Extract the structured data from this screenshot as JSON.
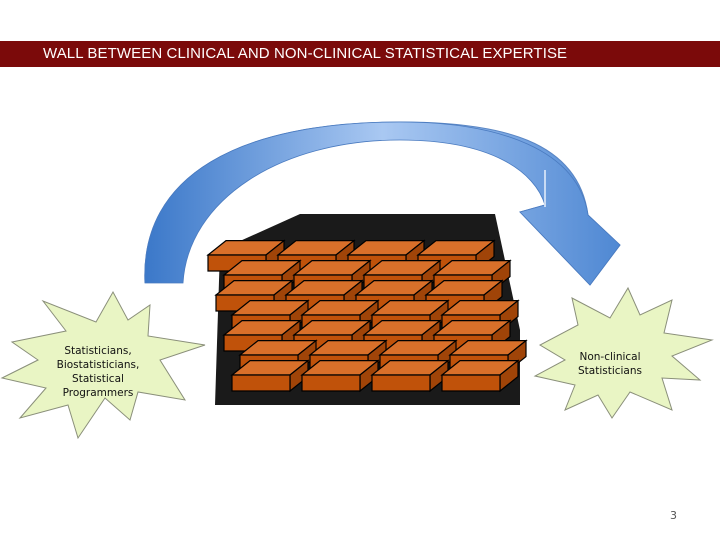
{
  "slide": {
    "title": "WALL BETWEEN CLINICAL AND NON-CLINICAL STATISTICAL EXPERTISE",
    "page_number": "3"
  },
  "left_burst": {
    "lines": [
      "Statisticians,",
      "Biostatisticians,",
      "Statistical",
      "Programmers"
    ]
  },
  "right_burst": {
    "lines": [
      "Non-clinical",
      "Statisticians"
    ]
  },
  "colors": {
    "title_bar": "#7b0a0a",
    "burst_fill": "#e9f5c4",
    "burst_stroke": "#8a8f7a",
    "brick_front": "#c0520a",
    "brick_top": "#d9702a",
    "arrow_light": "#a9c8f2",
    "arrow_dark": "#2f6fc4"
  }
}
